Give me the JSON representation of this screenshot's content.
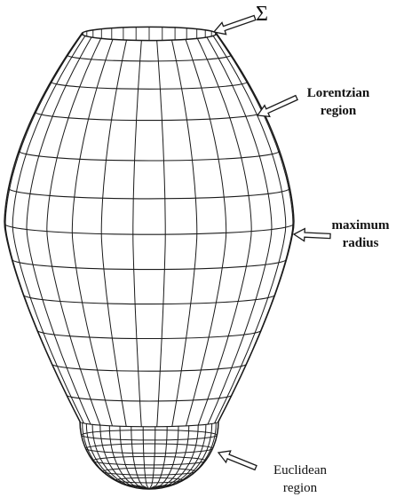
{
  "labels": {
    "sigma": "Σ",
    "lorentzian": [
      "Lorentzian",
      "region"
    ],
    "maximum_radius": [
      "maximum",
      "radius"
    ],
    "euclidean": [
      "Euclidean",
      "region"
    ]
  },
  "colors": {
    "wire": "#1a1a1a",
    "background": "#ffffff"
  }
}
